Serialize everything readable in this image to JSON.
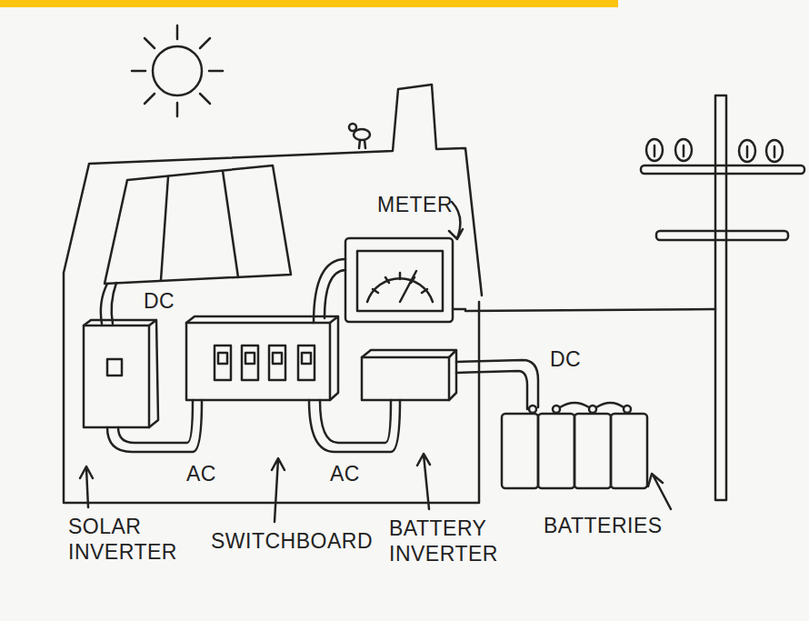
{
  "diagram": {
    "labels": [
      "METER",
      "DC",
      "DC",
      "AC",
      "AC",
      "SOLAR INVERTER",
      "SWITCHBOARD",
      "BATTERY INVERTER",
      "BATTERIES"
    ]
  }
}
